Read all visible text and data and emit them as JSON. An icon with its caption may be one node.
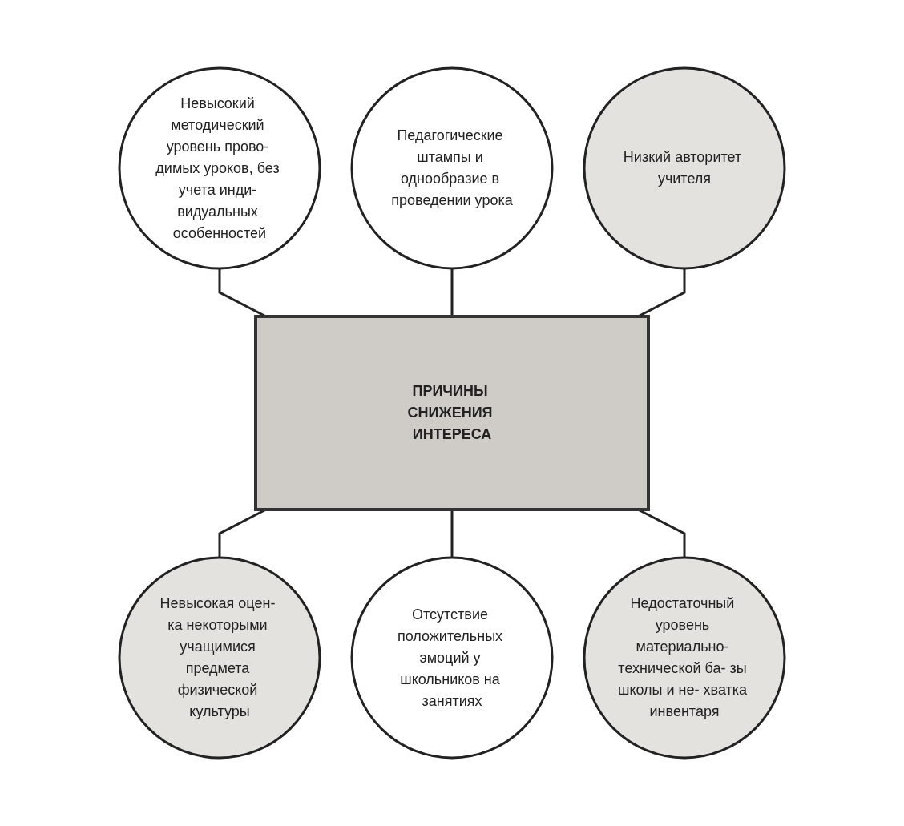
{
  "diagram": {
    "nodes": [
      {
        "text": [
          "Невысокий методический уровень прово- димых уроков, без учета инди- видуальных особенностей"
        ]
      },
      {
        "text": [
          "Педагогические штампы и однообразие в проведении урока"
        ]
      },
      {
        "text": [
          "Низкий авторитет учителя"
        ]
      },
      {
        "text": [
          "ПРИЧИНЫ СНИЖЕНИЯ ИНТЕРЕСА"
        ]
      },
      {
        "text": [
          "Невысокая оцен- ка некоторыми учащимися предмета физической культуры"
        ]
      },
      {
        "text": [
          "Отсутствие положительных эмоций у школьников на занятиях"
        ]
      },
      {
        "text": [
          "Недостаточный уровень материально- технической ба- зы школы и не- хватка инвентаря"
        ]
      }
    ],
    "edges": [
      {
        "from": 0,
        "to": 3,
        "arrow": "none"
      },
      {
        "from": 1,
        "to": 3,
        "arrow": "none"
      },
      {
        "from": 2,
        "to": 3,
        "arrow": "none"
      },
      {
        "from": 3,
        "to": 4,
        "arrow": "none"
      },
      {
        "from": 3,
        "to": 5,
        "arrow": "none"
      },
      {
        "from": 3,
        "to": 6,
        "arrow": "none"
      }
    ]
  }
}
